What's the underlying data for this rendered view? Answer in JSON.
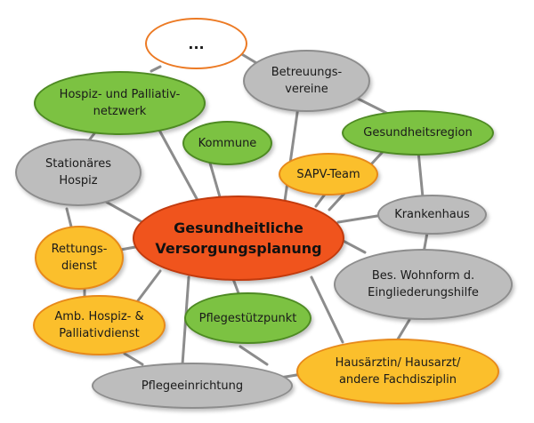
{
  "central": {
    "label": "Gesundheitliche\nVersorgungsplanung",
    "color": "#f0541d"
  },
  "nodes": {
    "more": {
      "label": "...",
      "color": "#ffffff"
    },
    "betreuungsvereine": {
      "label": "Betreuungs-\nvereine",
      "color": "#bdbdbd"
    },
    "hospiz_palliativnetzwerk": {
      "label": "Hospiz- und Palliativ-\nnetzwerk",
      "color": "#7cc242"
    },
    "kommune": {
      "label": "Kommune",
      "color": "#7cc242"
    },
    "gesundheitsregion": {
      "label": "Gesundheitsregion",
      "color": "#7cc242"
    },
    "stationaeres_hospiz": {
      "label": "Stationäres\nHospiz",
      "color": "#bdbdbd"
    },
    "sapv_team": {
      "label": "SAPV-Team",
      "color": "#fbbf2c"
    },
    "krankenhaus": {
      "label": "Krankenhaus",
      "color": "#bdbdbd"
    },
    "rettungsdienst": {
      "label": "Rettungs-\ndienst",
      "color": "#fbbf2c"
    },
    "wohnform": {
      "label": "Bes. Wohnform d.\nEingliederungshilfe",
      "color": "#bdbdbd"
    },
    "amb_hospiz": {
      "label": "Amb. Hospiz- &\nPalliativdienst",
      "color": "#fbbf2c"
    },
    "pflegestuetzpunkt": {
      "label": "Pflegestützpunkt",
      "color": "#7cc242"
    },
    "hausarzt": {
      "label": "Hausärztin/ Hausarzt/\nandere Fachdisziplin",
      "color": "#fbbf2c"
    },
    "pflegeeinrichtung": {
      "label": "Pflegeeinrichtung",
      "color": "#bdbdbd"
    }
  }
}
